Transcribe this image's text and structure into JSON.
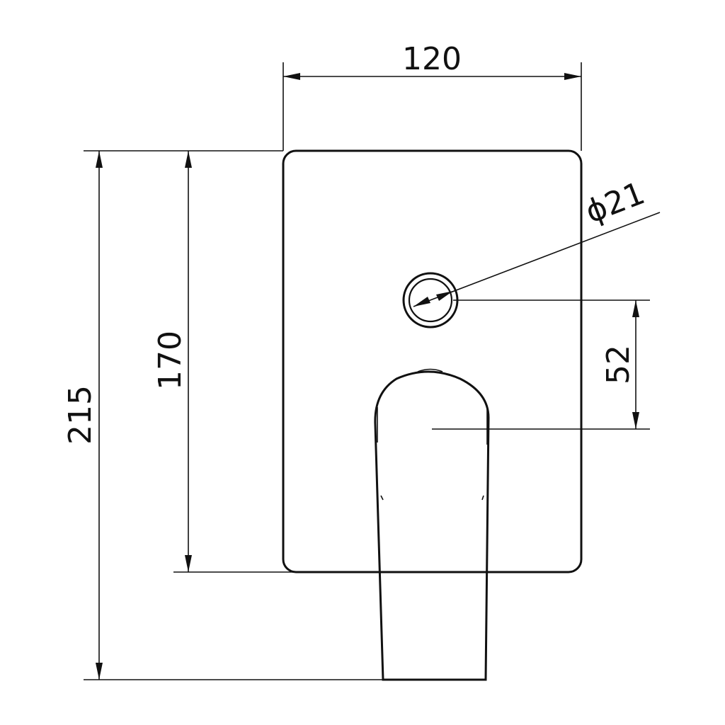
{
  "dimensions": {
    "width": "120",
    "plate_height": "170",
    "total_height": "215",
    "diverter_diameter": "ϕ21",
    "diverter_to_lever": "52"
  },
  "colors": {
    "line": "#111111",
    "background": "#ffffff"
  }
}
